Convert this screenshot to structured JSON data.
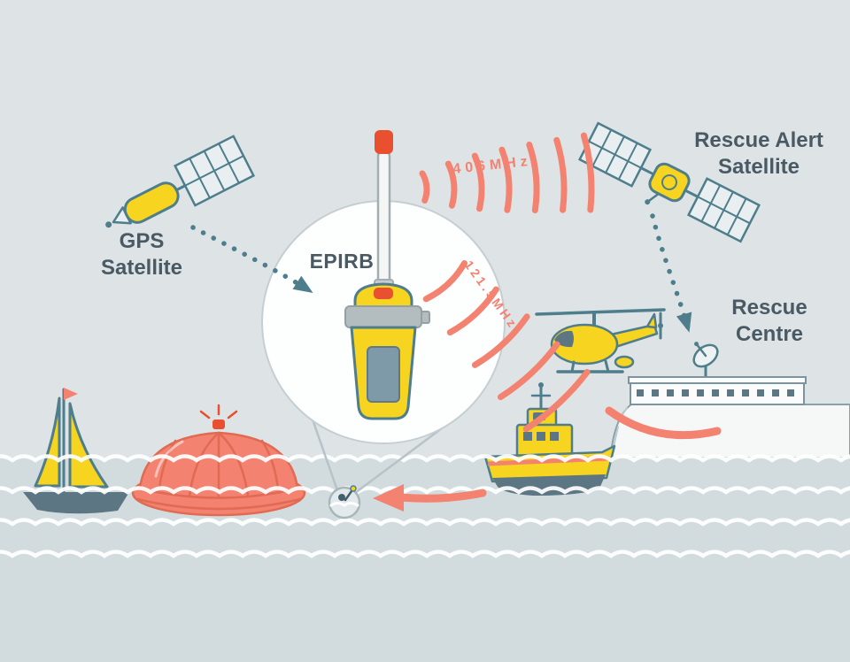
{
  "labels": {
    "gps_satellite": {
      "line1": "GPS",
      "line2": "Satellite"
    },
    "rescue_alert_satellite": {
      "line1": "Rescue Alert",
      "line2": "Satellite"
    },
    "epirb": "EPIRB",
    "rescue_centre": {
      "line1": "Rescue",
      "line2": "Centre"
    },
    "frequency_406": "406MHz",
    "frequency_121_5": "121.5MHz"
  },
  "colors": {
    "sky": "#dee4e6",
    "sea": "#d2dcdf",
    "yellow": "#f6d41f",
    "salmon": "#f48270",
    "red": "#e8502f",
    "teal": "#4e7d8c",
    "slate": "#5d7684",
    "label_text": "#4a5a64",
    "circle_fill": "#fdfefe"
  },
  "icons": [
    "gps-satellite-icon",
    "rescue-alert-satellite-icon",
    "epirb-device-icon",
    "radio-wave-arc",
    "helicopter-icon",
    "rescue-centre-building-icon",
    "satellite-dish-icon",
    "lifeboat-icon",
    "liferaft-icon",
    "sailboat-icon",
    "person-in-water-icon",
    "dotted-signal-arrow-icon",
    "rescue-arrow-icon"
  ]
}
